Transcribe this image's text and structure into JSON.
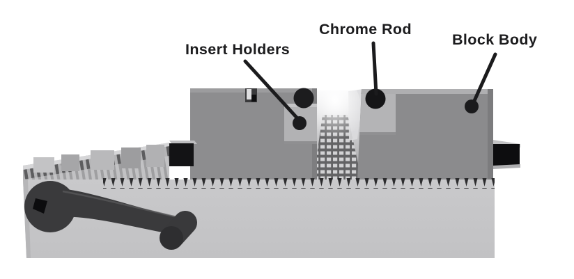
{
  "figure": {
    "type": "labeled-technical-illustration",
    "subject": "Clamping block / machine vise rendering with part callouts",
    "background": "#ffffff",
    "labels": [
      {
        "id": "insert-holders",
        "text": "Insert Holders"
      },
      {
        "id": "chrome-rod",
        "text": "Chrome Rod"
      },
      {
        "id": "block-body",
        "text": "Block Body"
      }
    ],
    "colors": {
      "annotation_black": "#1b1b1d",
      "block_gray": "#8e8e90",
      "block_top_band": "#aeaeb0",
      "insert_holder_gray": "#b3b3b5",
      "base_gray": "#c6c6c8",
      "rail_gray": "#b0b0b2",
      "crank_dark": "#3a3a3c",
      "fitting_black": "#121214"
    }
  }
}
